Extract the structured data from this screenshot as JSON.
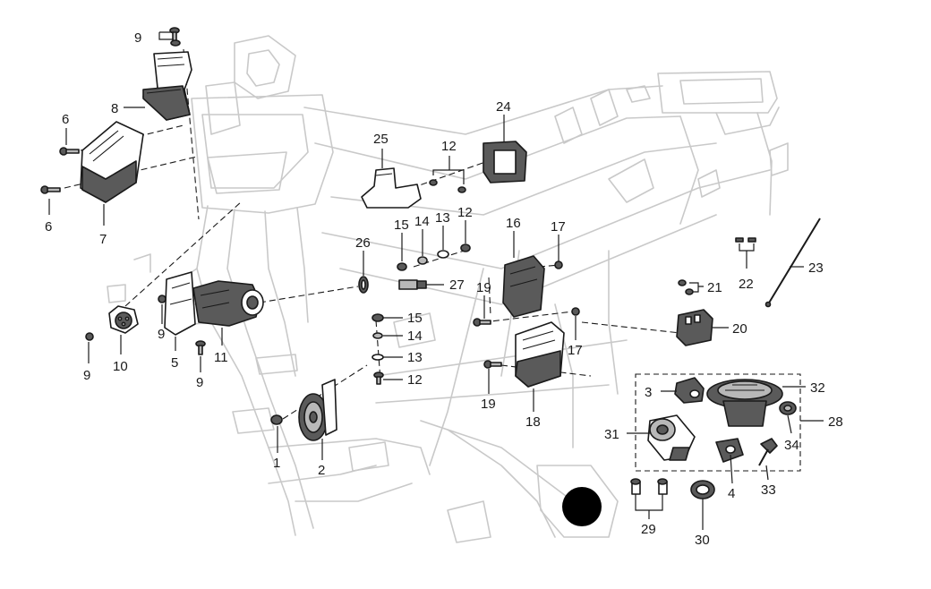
{
  "figure": {
    "type": "exploded-parts-diagram",
    "colors": {
      "ink": "#1a1a1a",
      "frame": "#c9c9c9",
      "part_fill": "#5a5a5a",
      "background": "#ffffff"
    }
  },
  "callouts": {
    "c1": "1",
    "c2": "2",
    "c3": "3",
    "c4": "4",
    "c5": "5",
    "c6a": "6",
    "c6b": "6",
    "c7": "7",
    "c8": "8",
    "c9a": "9",
    "c9b": "9",
    "c9c": "9",
    "c9d": "9",
    "c10": "10",
    "c11": "11",
    "c12a": "12",
    "c12b": "12",
    "c12c": "12",
    "c13a": "13",
    "c13b": "13",
    "c14a": "14",
    "c14b": "14",
    "c15a": "15",
    "c15b": "15",
    "c16": "16",
    "c17a": "17",
    "c17b": "17",
    "c18": "18",
    "c19a": "19",
    "c19b": "19",
    "c20": "20",
    "c21": "21",
    "c22": "22",
    "c23": "23",
    "c24": "24",
    "c25": "25",
    "c26": "26",
    "c27": "27",
    "c28": "28",
    "c29": "29",
    "c30": "30",
    "c31": "31",
    "c32": "32",
    "c33": "33",
    "c34": "34"
  }
}
